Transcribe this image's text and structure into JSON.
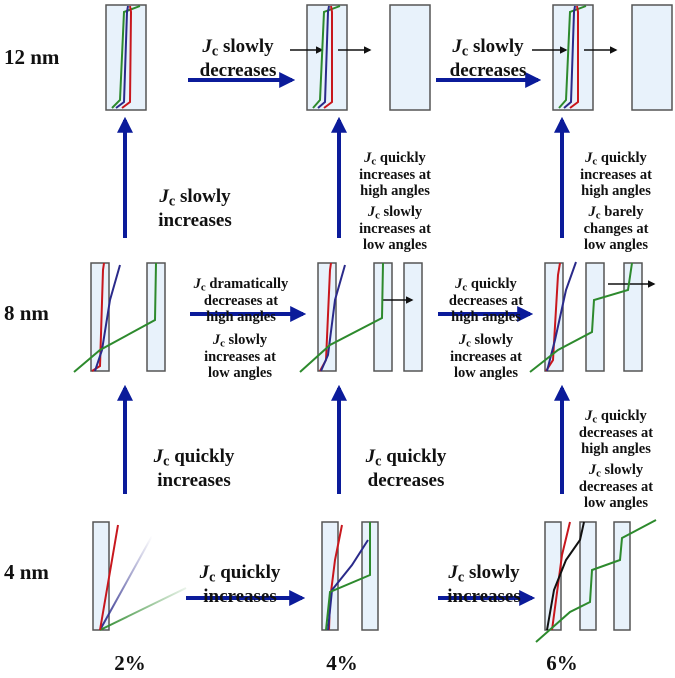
{
  "colors": {
    "arrow": "#0b1b9a",
    "red": "#c8171d",
    "green": "#2d8a2d",
    "blue": "#2a2a8a",
    "black": "#111111",
    "panel_fill": "#e8f2fb",
    "panel_stroke": "#555555"
  },
  "rows": {
    "r12": "12 nm",
    "r8": "8 nm",
    "r4": "4 nm"
  },
  "cols": {
    "c2": "2%",
    "c4": "4%",
    "c6": "6%"
  },
  "jc_symbol": "J",
  "jc_sub": "c",
  "h12_a": "slowly\ndecreases",
  "h12_b": "slowly\ndecreases",
  "v_left_top": "slowly\nincreases",
  "v_mid_top_1": "quickly\nincreases at\nhigh angles",
  "v_mid_top_2": "slowly\nincreases at\nlow angles",
  "v_right_top_1": "quickly\nincreases at\nhigh angles",
  "v_right_top_2": "barely\nchanges at\nlow angles",
  "h8_a_1": "dramatically\ndecreases at\nhigh angles",
  "h8_a_2": "slowly\nincreases at\nlow angles",
  "h8_b_1": "quickly\ndecreases at\nhigh angles",
  "h8_b_2": "slowly\nincreases at\nlow angles",
  "v_left_bot": "quickly\nincreases",
  "v_mid_bot": "quickly\ndecreases",
  "v_right_bot_1": "quickly\ndecreases at\nhigh angles",
  "v_right_bot_2": "slowly\ndecreases at\nlow angles",
  "h4_a": "quickly\nincreases",
  "h4_b": "slowly\nincreases"
}
